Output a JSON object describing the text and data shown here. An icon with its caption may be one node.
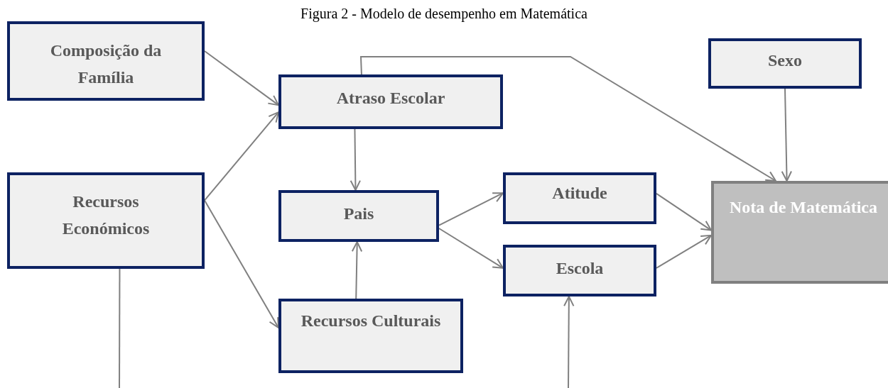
{
  "diagram": {
    "title": "Figura 2 - Modelo de desempenho em Matemática",
    "nodes": [
      {
        "text": [
          "Composição da Família"
        ]
      },
      {
        "text": [
          "Recursos Económicos"
        ]
      },
      {
        "text": [
          "Atraso Escolar"
        ]
      },
      {
        "text": [
          "Pais"
        ]
      },
      {
        "text": [
          "Recursos Culturais"
        ]
      },
      {
        "text": [
          "Sexo"
        ]
      },
      {
        "text": [
          "Atitude"
        ]
      },
      {
        "text": [
          "Escola"
        ]
      },
      {
        "text": [
          "Nota de Matemática"
        ]
      }
    ],
    "edges": [
      {
        "from": 0,
        "to": 2,
        "arrow": "to"
      },
      {
        "from": 1,
        "to": 2,
        "arrow": "to"
      },
      {
        "from": 1,
        "to": 4,
        "arrow": "to"
      },
      {
        "from": 2,
        "to": 3,
        "arrow": "to"
      },
      {
        "from": 4,
        "to": 3,
        "arrow": "to"
      },
      {
        "from": 3,
        "to": 6,
        "arrow": "to"
      },
      {
        "from": 3,
        "to": 7,
        "arrow": "to"
      },
      {
        "from": 6,
        "to": 8,
        "arrow": "to"
      },
      {
        "from": 7,
        "to": 8,
        "arrow": "to"
      },
      {
        "from": 5,
        "to": 8,
        "arrow": "to"
      },
      {
        "from": 2,
        "to": 8,
        "arrow": "to"
      },
      {
        "from": 1,
        "to": null,
        "arrow": "none"
      },
      {
        "from": null,
        "to": 7,
        "arrow": "to"
      }
    ]
  }
}
